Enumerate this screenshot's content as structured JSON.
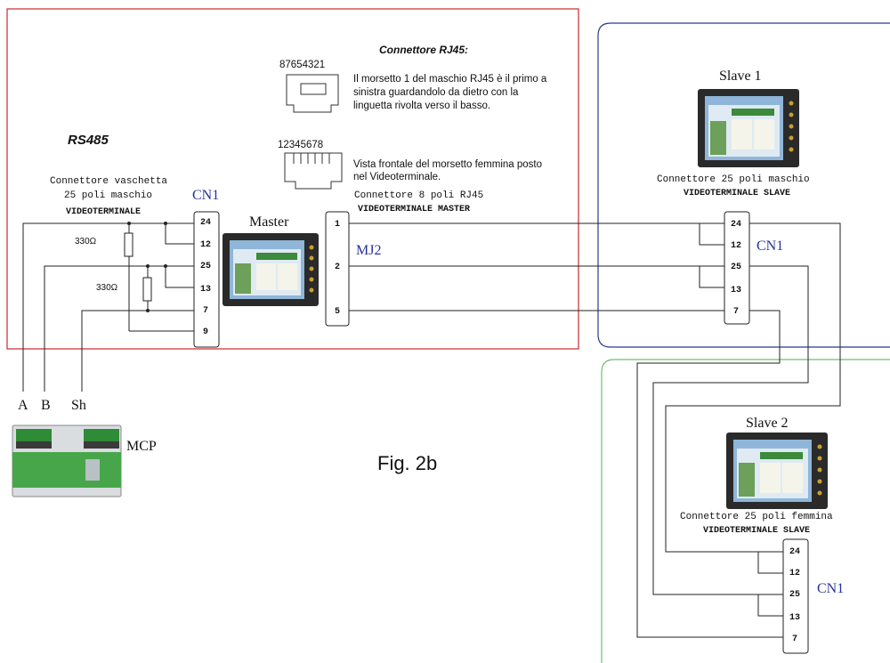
{
  "rj45": {
    "title": "Connettore RJ45:",
    "male_digits": "87654321",
    "male_note": [
      "Il morsetto 1 del maschio RJ45 è il primo a",
      "sinistra guardandolo da dietro con la",
      "linguetta rivolta verso il basso."
    ],
    "female_digits": "12345678",
    "female_note": [
      "Vista frontale del morsetto femmina posto",
      "nel Videoterminale."
    ]
  },
  "master": {
    "bus_label": "RS485",
    "cn1_desc": [
      "Connettore vaschetta",
      "25 poli maschio",
      "VIDEOTERMINALE"
    ],
    "cn1_label": "CN1",
    "cn1_pins": [
      "24",
      "12",
      "25",
      "13",
      "7",
      "9"
    ],
    "device_label": "Master",
    "mj2_desc": [
      "Connettore 8 poli RJ45",
      "VIDEOTERMINALE MASTER"
    ],
    "mj2_label": "MJ2",
    "mj2_pins": [
      "1",
      "2",
      "5"
    ],
    "resistor1": "330Ω",
    "resistor2": "330Ω"
  },
  "bus_terminals": [
    "A",
    "B",
    "Sh"
  ],
  "mcp_label": "MCP",
  "figure_caption": "Fig. 2b",
  "slave1": {
    "title": "Slave 1",
    "desc": [
      "Connettore 25 poli maschio",
      "VIDEOTERMINALE SLAVE"
    ],
    "cn_label": "CN1",
    "pins": [
      "24",
      "12",
      "25",
      "13",
      "7"
    ]
  },
  "slave2": {
    "title": "Slave 2",
    "desc": [
      "Connettore 25 poli femmina",
      "VIDEOTERMINALE SLAVE"
    ],
    "cn_label": "CN1",
    "pins": [
      "24",
      "12",
      "25",
      "13",
      "7"
    ]
  },
  "colors": {
    "master_frame": "#c9282c",
    "slave1_frame": "#2b3a8a",
    "slave2_frame": "#6cc06a",
    "label_blue": "#26329a"
  }
}
